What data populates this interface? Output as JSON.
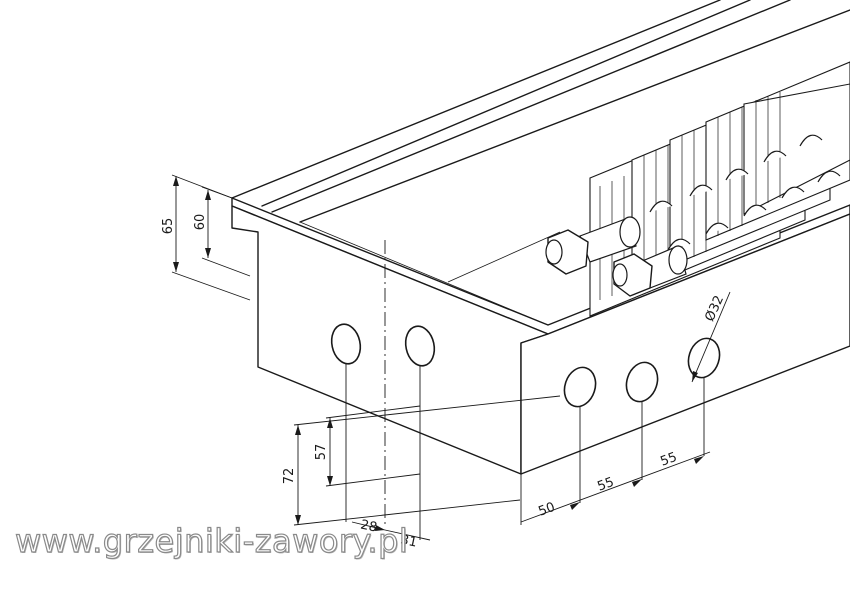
{
  "figure": {
    "dimensions": {
      "height_outer": "65",
      "height_inner": "60",
      "side_hole_height_high": "72",
      "side_hole_height_low": "57",
      "side_hole_offset_1": "28",
      "side_hole_offset_2": "31",
      "end_hole_offset": "50",
      "end_hole_spacing_1": "55",
      "end_hole_spacing_2": "55",
      "hole_diameter": "Ø32"
    },
    "watermark": "www.grzejniki-zawory.pl"
  }
}
